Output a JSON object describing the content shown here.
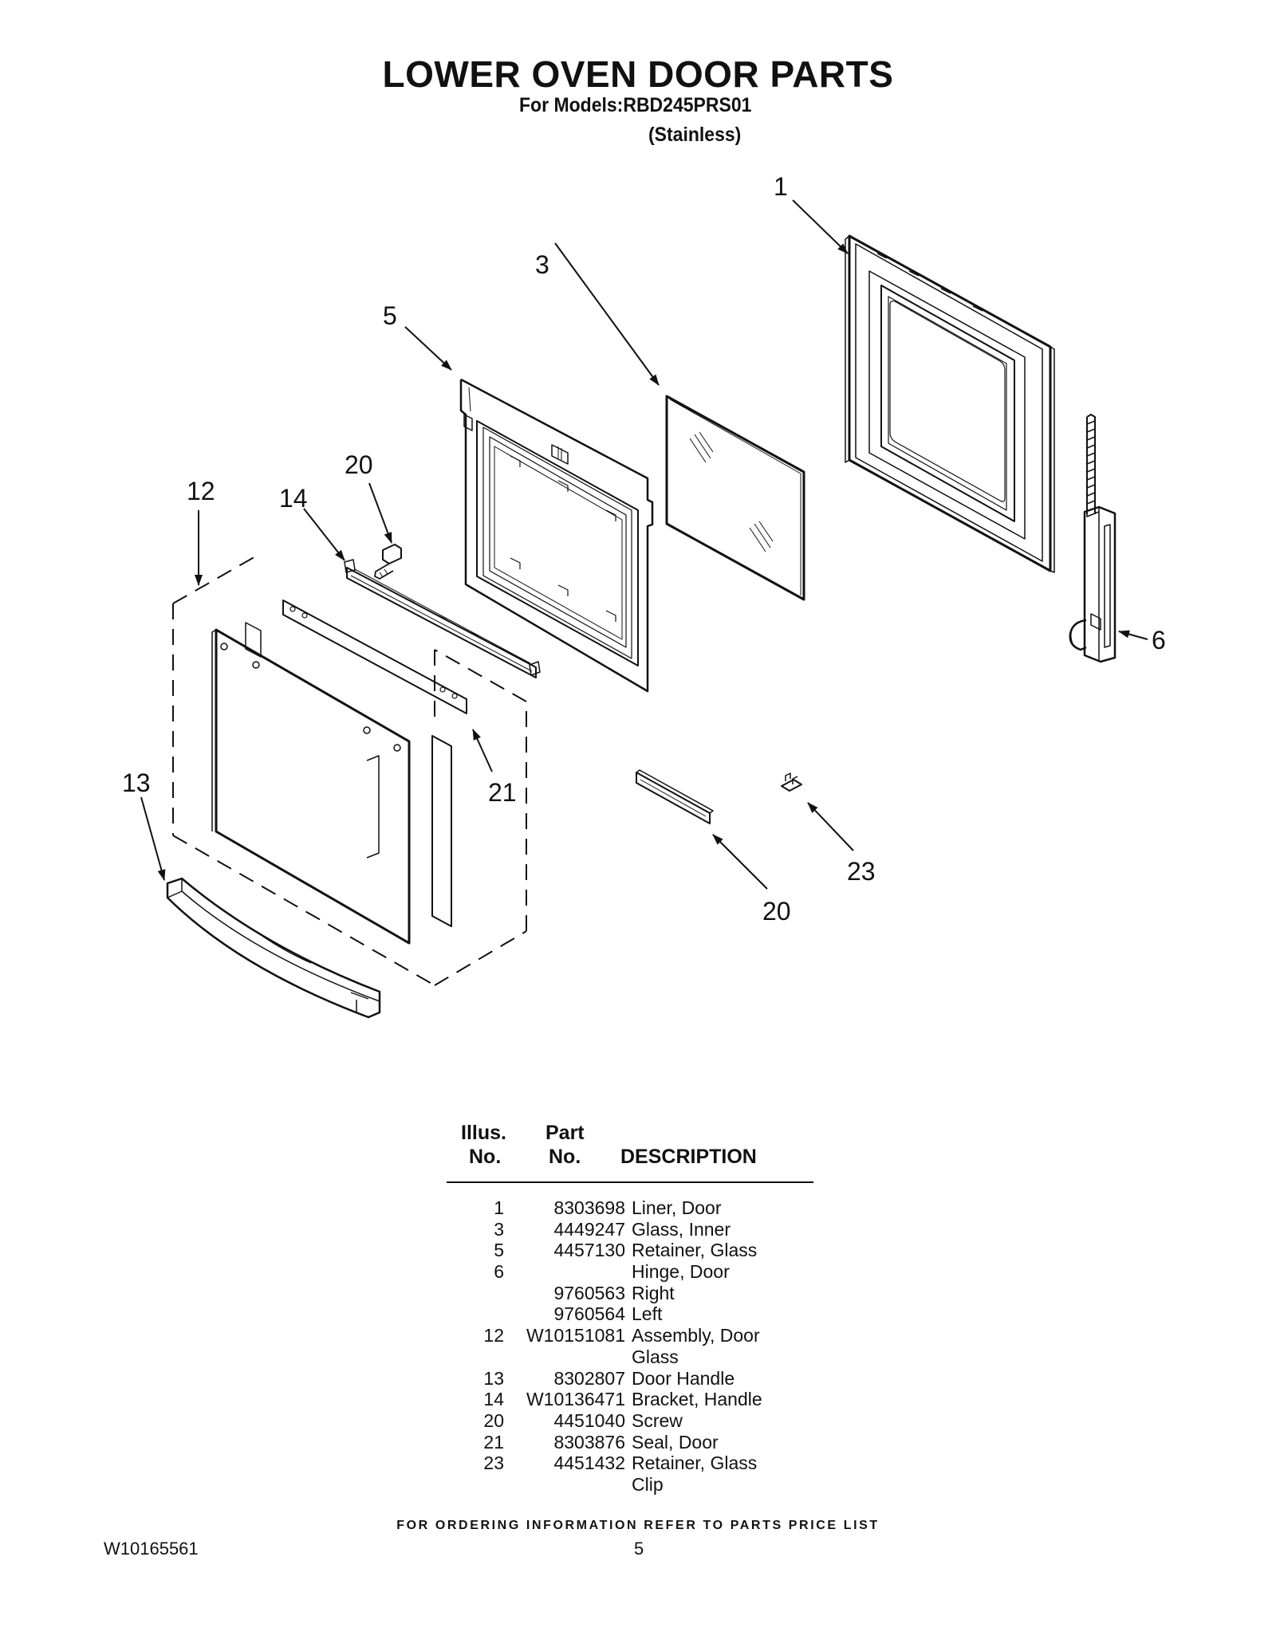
{
  "header": {
    "title": "LOWER OVEN DOOR PARTS",
    "models_line": "For Models:RBD245PRS01",
    "finish_line": "(Stainless)"
  },
  "callouts": [
    "1",
    "3",
    "5",
    "20",
    "12",
    "14",
    "6",
    "13",
    "21",
    "23",
    "20"
  ],
  "table": {
    "header": {
      "illus_line1": "Illus.",
      "illus_line2": "No.",
      "part_line1": "Part",
      "part_line2": "No.",
      "description": "DESCRIPTION"
    },
    "rows": [
      {
        "illus": "1",
        "part": "8303698",
        "desc": "Liner, Door"
      },
      {
        "illus": "3",
        "part": "4449247",
        "desc": "Glass, Inner"
      },
      {
        "illus": "5",
        "part": "4457130",
        "desc": "Retainer, Glass"
      },
      {
        "illus": "6",
        "part": "",
        "desc": "Hinge, Door"
      },
      {
        "illus": "",
        "part": "9760563",
        "desc": "Right"
      },
      {
        "illus": "",
        "part": "9760564",
        "desc": "Left"
      },
      {
        "illus": "12",
        "part": "W10151081",
        "desc": "Assembly, Door"
      },
      {
        "illus": "",
        "part": "",
        "desc": "Glass"
      },
      {
        "illus": "13",
        "part": "8302807",
        "desc": "Door Handle"
      },
      {
        "illus": "14",
        "part": "W10136471",
        "desc": "Bracket, Handle"
      },
      {
        "illus": "20",
        "part": "4451040",
        "desc": "Screw"
      },
      {
        "illus": "21",
        "part": "8303876",
        "desc": "Seal, Door"
      },
      {
        "illus": "23",
        "part": "4451432",
        "desc": "Retainer, Glass"
      },
      {
        "illus": "",
        "part": "",
        "desc": "Clip"
      }
    ]
  },
  "footer": {
    "ordering_note": "FOR ORDERING INFORMATION REFER TO PARTS PRICE LIST",
    "doc_number": "W10165561",
    "page_number": "5"
  }
}
